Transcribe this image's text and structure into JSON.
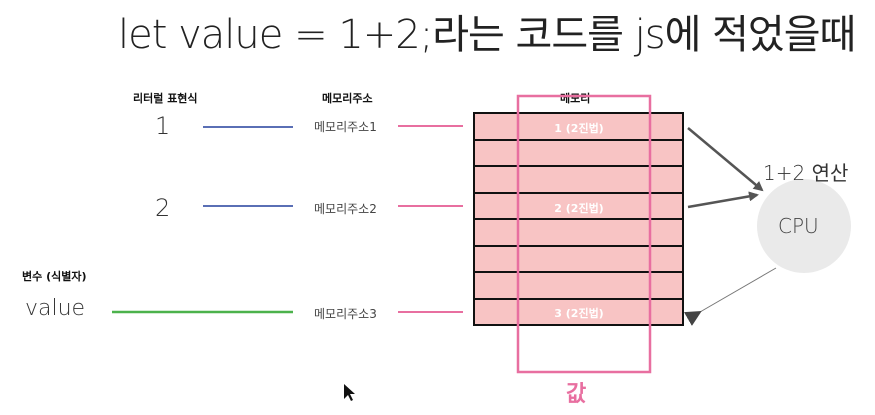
{
  "title": "let value = 1+2;라는 코드를 js에 적었을때",
  "headers": {
    "literal": "리터럴 표현식",
    "address": "메모리주소",
    "memory": "메모리",
    "variable": "변수 (식별자)"
  },
  "literals": [
    "1",
    "2"
  ],
  "variable_name": "value",
  "addresses": [
    "메모리주소1",
    "메모리주소2",
    "메모리주소3"
  ],
  "memory_cells": [
    "1 (2진법)",
    "2 (2진법)",
    "3 (2진법)"
  ],
  "cpu": "CPU",
  "operation": "1+2 연산",
  "value_caption": "값",
  "colors": {
    "literal_line": "#5a6fb5",
    "variable_line": "#4cb24c",
    "address_line": "#e86fa0",
    "cell_fill": "#f8c4c4",
    "cpu_fill": "#eaeaea"
  }
}
